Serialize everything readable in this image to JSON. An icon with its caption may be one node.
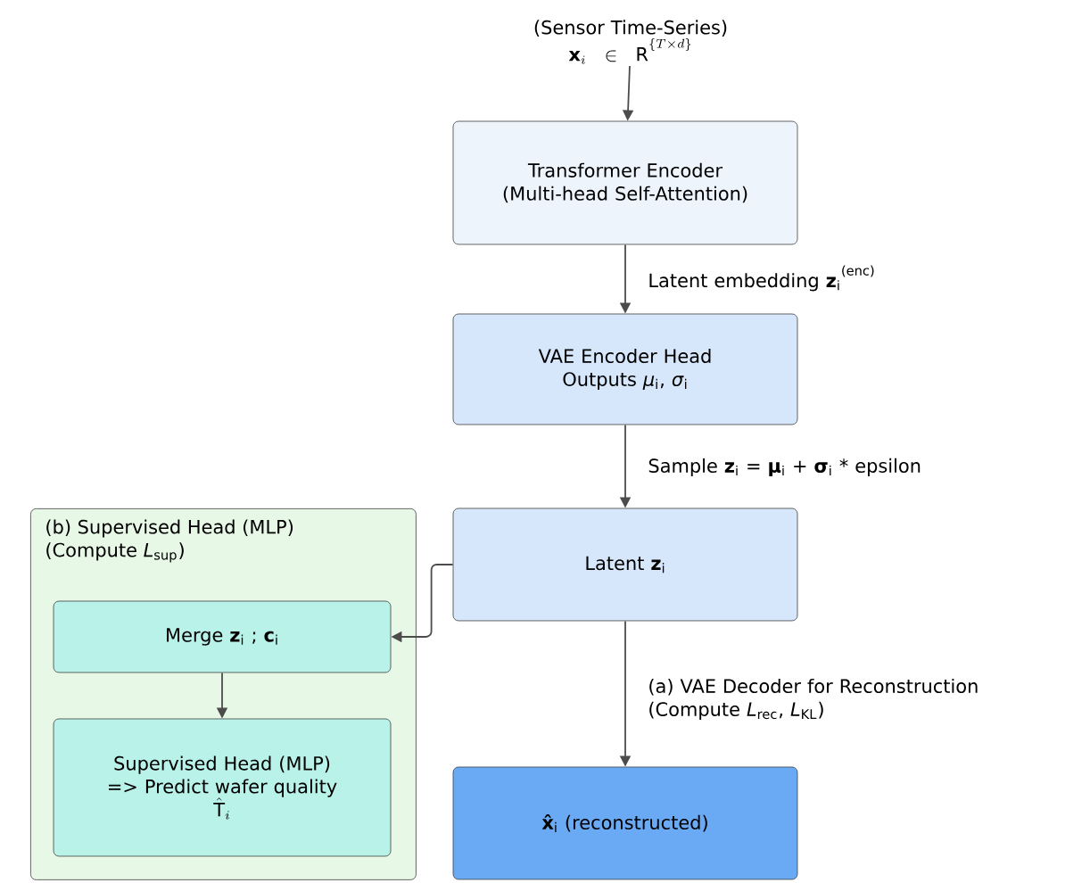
{
  "diagram": {
    "nodes": [
      {
        "text": [
          "(Sensor Time-Series)",
          "\\mathbf{x}_{i} \\in \\mathrm{R}^{\\{T\\times d\\}}"
        ]
      },
      {
        "text": [
          "Transformer Encoder (Multi-head Self-Attention)"
        ]
      },
      {
        "text": [
          "VAE Encoder Head Outputs *μ*$_{i}$, *σ*$_{i}$"
        ]
      },
      {
        "text": [
          "Latent **z**$_{i}$"
        ]
      },
      {
        "text": [
          "**x̂**$_{i}$ (reconstructed)"
        ]
      },
      {
        "text": [
          "(b) Supervised Head (MLP) (Compute *L*$_{sup}$)"
        ]
      },
      {
        "text": [
          "Merge **z**$_{i}$ ; **c**$_{i}$"
        ],
        "in": 5
      },
      {
        "text": [
          "Supervised Head (MLP) => Predict wafer quality",
          "\\hat{\\mathrm{T}}_{i}"
        ],
        "in": 5
      }
    ],
    "edges": [
      {
        "from": 0,
        "to": 1,
        "arrow": "to"
      },
      {
        "from": 1,
        "to": 2,
        "arrow": "to",
        "label": "Latent  embedding **z**$_{i}$$^{(enc)}$"
      },
      {
        "from": 2,
        "to": 3,
        "arrow": "to",
        "label": "Sample **z**$_{i}$ = **μ**$_{i}$ + **σ**$_{i}$ * epsilon"
      },
      {
        "from": 3,
        "to": 4,
        "arrow": "to",
        "label": "(a) VAE Decoder for Reconstruction (Compute *L*$_{rec}$, *L*$_{KL}$)"
      },
      {
        "from": 3,
        "to": 6,
        "arrow": "to"
      },
      {
        "from": 6,
        "to": 7,
        "arrow": "to"
      }
    ]
  }
}
